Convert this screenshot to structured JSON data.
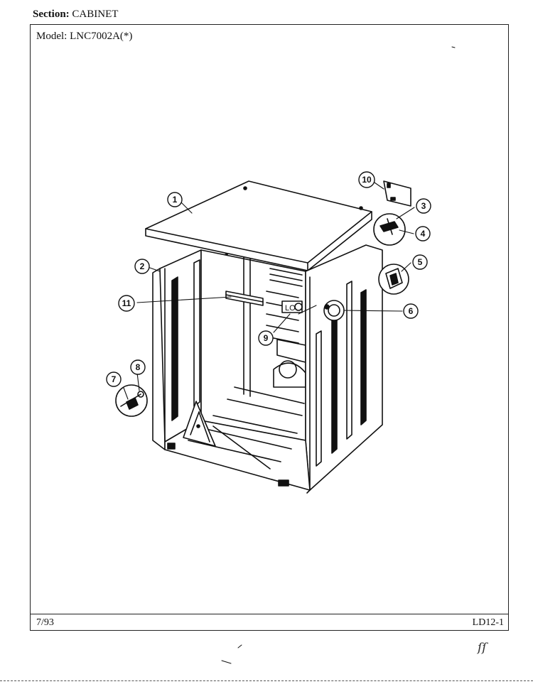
{
  "header": {
    "section_label": "Section:",
    "section_value": "CABINET",
    "model_label": "Model:",
    "model_value": "LNC7002A(*)"
  },
  "footer": {
    "date": "7/93",
    "page_code": "LD12-1"
  },
  "callouts": [
    "1",
    "2",
    "3",
    "4",
    "5",
    "6",
    "7",
    "8",
    "9",
    "10",
    "11"
  ],
  "handwritten_mark": "ſſ"
}
